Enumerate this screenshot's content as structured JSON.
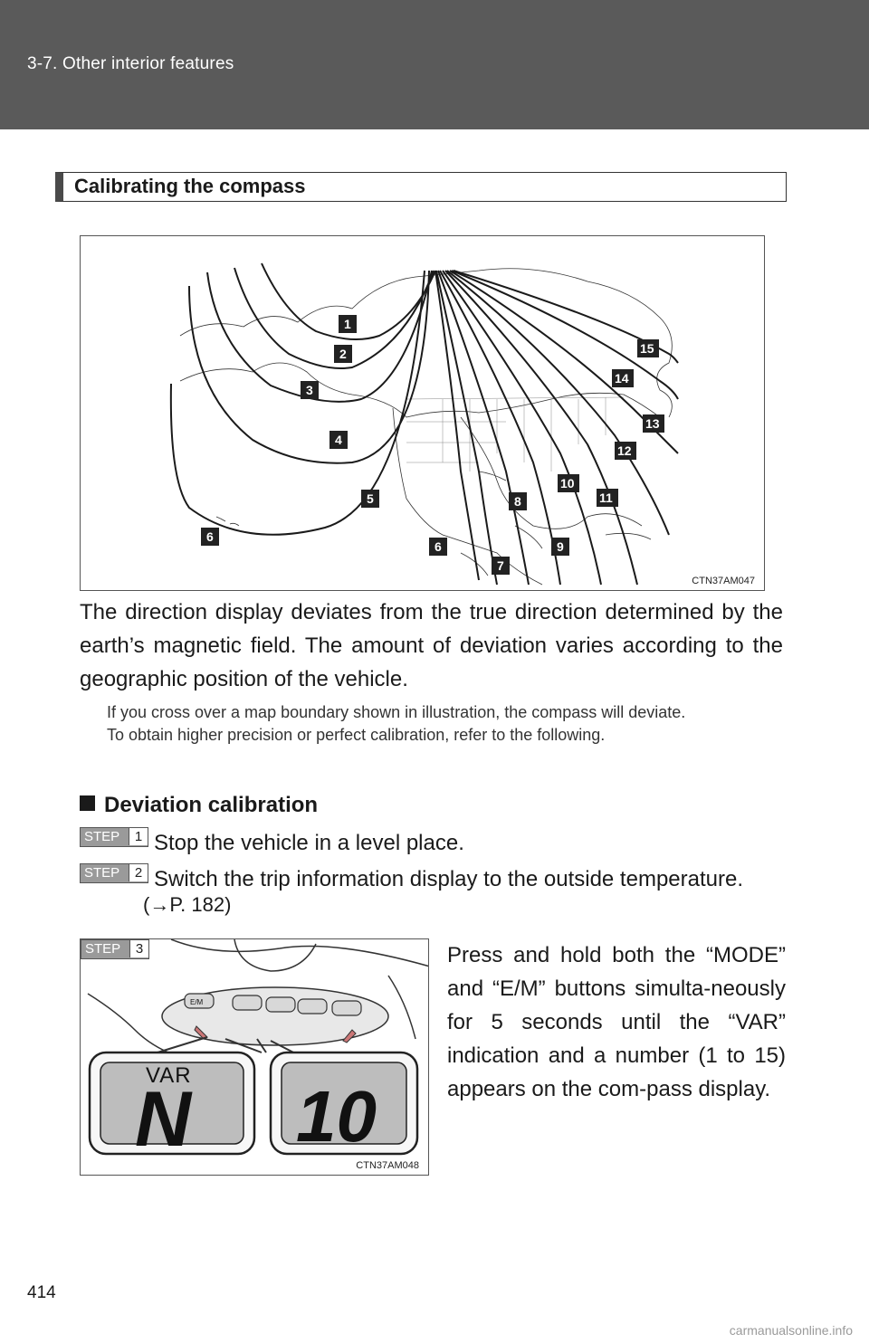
{
  "header": {
    "section": "3-7. Other interior features"
  },
  "section_title": "Calibrating the compass",
  "figures": {
    "map_code": "CTN37AM047",
    "zone_labels": [
      "1",
      "2",
      "3",
      "4",
      "5",
      "6",
      "6",
      "7",
      "8",
      "9",
      "10",
      "11",
      "12",
      "13",
      "14",
      "15"
    ],
    "display_code": "CTN37AM048",
    "display_left": {
      "var": "VAR",
      "heading": "N"
    },
    "display_right": {
      "zone": "10"
    },
    "buttons": [
      "E/M"
    ]
  },
  "body_paragraph": "The direction display deviates from the true direction determined by the earth’s magnetic field. The amount of deviation varies according to the geographic position of the vehicle.",
  "notes": [
    "If you cross over a map boundary shown in illustration, the compass will deviate.",
    "To obtain higher precision or perfect calibration, refer to the following."
  ],
  "subheading": "Deviation calibration",
  "steps": [
    {
      "label": "STEP",
      "num": "1",
      "text": "Stop the vehicle in a level place."
    },
    {
      "label": "STEP",
      "num": "2",
      "text": "Switch the trip information display to the outside temperature.",
      "ref": "(→P. 182)"
    },
    {
      "label": "STEP",
      "num": "3",
      "text": "Press and hold both the “MODE” and “E/M” buttons simulta-neously for 5 seconds until the “VAR” indication and a number (1 to 15) appears on the com-pass display."
    }
  ],
  "page_number": "414",
  "watermark": "carmanualsonline.info"
}
